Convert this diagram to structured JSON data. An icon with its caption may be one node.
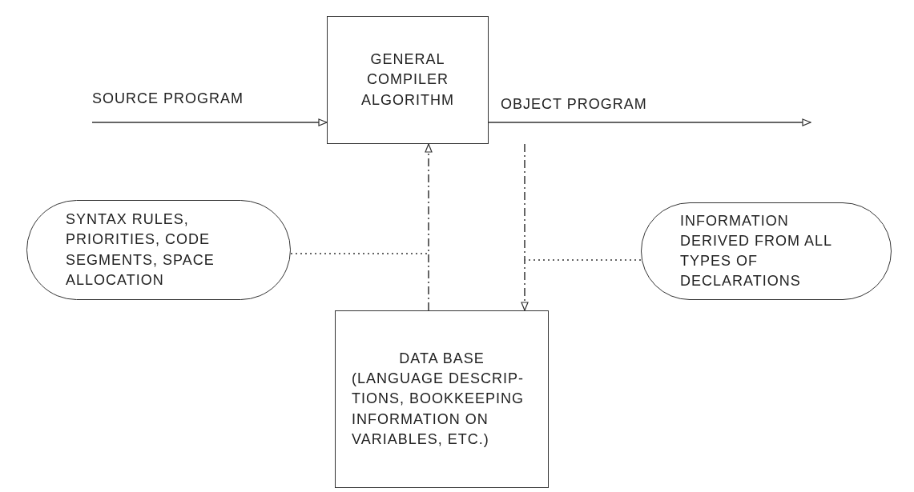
{
  "diagram": {
    "nodes": [
      {
        "text": [
          "GENERAL COMPILER ALGORITHM"
        ]
      },
      {
        "text": [
          "SYNTAX RULES, PRIORITIES, CODE SEGMENTS, SPACE ALLOCATION"
        ]
      },
      {
        "text": [
          "INFORMATION DERIVED FROM ALL TYPES OF DECLARATIONS"
        ]
      },
      {
        "text": [
          "DATA BASE",
          "(LANGUAGE DESCRIP- TIONS, BOOKKEEPING INFORMATION ON VARIABLES, ETC.)"
        ]
      }
    ],
    "edges": [
      {
        "from": null,
        "to": 0,
        "arrow": "to",
        "label": "SOURCE PROGRAM"
      },
      {
        "from": 0,
        "to": null,
        "arrow": "to",
        "label": "OBJECT PROGRAM"
      },
      {
        "from": 3,
        "to": 0,
        "arrow": "to",
        "style": "dashed"
      },
      {
        "from": 0,
        "to": 3,
        "arrow": "to",
        "style": "dashed"
      },
      {
        "from": 1,
        "to": null,
        "arrow": "none",
        "style": "dashed"
      },
      {
        "from": 2,
        "to": null,
        "arrow": "none",
        "style": "dashed"
      }
    ]
  }
}
